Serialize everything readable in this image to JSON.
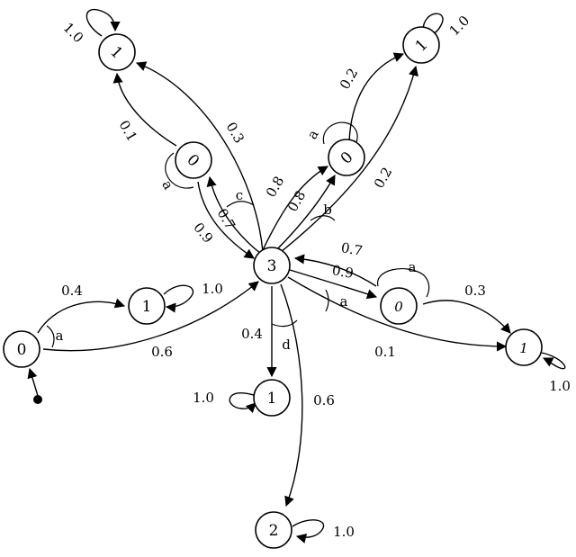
{
  "diagram": {
    "center_state": "3",
    "nodes": [
      {
        "id": "n_start",
        "label": "0"
      },
      {
        "id": "n_w1",
        "label": "1"
      },
      {
        "id": "n_nw0",
        "label": "0"
      },
      {
        "id": "n_nw1",
        "label": "1"
      },
      {
        "id": "n_ne0",
        "label": "0"
      },
      {
        "id": "n_ne1",
        "label": "1"
      },
      {
        "id": "n_e0",
        "label": "0"
      },
      {
        "id": "n_e1",
        "label": "1"
      },
      {
        "id": "n_s1",
        "label": "1"
      },
      {
        "id": "n_s2",
        "label": "2"
      }
    ],
    "edges": [
      {
        "id": "start_w1",
        "label": "0.4"
      },
      {
        "id": "start_center",
        "label": "0.6"
      },
      {
        "id": "w1_loop",
        "label": "1.0"
      },
      {
        "id": "nw0_nw1",
        "label": "0.1"
      },
      {
        "id": "center_nw1",
        "label": "0.3"
      },
      {
        "id": "nw1_loop",
        "label": "1.0"
      },
      {
        "id": "center_nw0",
        "label": "0.7"
      },
      {
        "id": "nw0_center",
        "label": "0.9"
      },
      {
        "id": "ne0_ne1",
        "label": "0.2"
      },
      {
        "id": "center_ne1",
        "label": "0.2"
      },
      {
        "id": "ne1_loop",
        "label": "1.0"
      },
      {
        "id": "center_ne0_outer",
        "label": "0.8"
      },
      {
        "id": "center_ne0_inner",
        "label": "0.8"
      },
      {
        "id": "e0_center",
        "label": "0.7"
      },
      {
        "id": "center_e0",
        "label": "0.9"
      },
      {
        "id": "e0_e1",
        "label": "0.3"
      },
      {
        "id": "center_e1",
        "label": "0.1"
      },
      {
        "id": "e1_loop",
        "label": "1.0"
      },
      {
        "id": "center_s1",
        "label": "0.4"
      },
      {
        "id": "center_s2",
        "label": "0.6"
      },
      {
        "id": "s1_loop",
        "label": "1.0"
      },
      {
        "id": "s2_loop",
        "label": "1.0"
      }
    ],
    "action_labels": {
      "start": "a",
      "nw0": "a",
      "c": "c",
      "ne0": "a",
      "b": "b",
      "e_center": "a",
      "e0": "a",
      "d": "d"
    }
  }
}
